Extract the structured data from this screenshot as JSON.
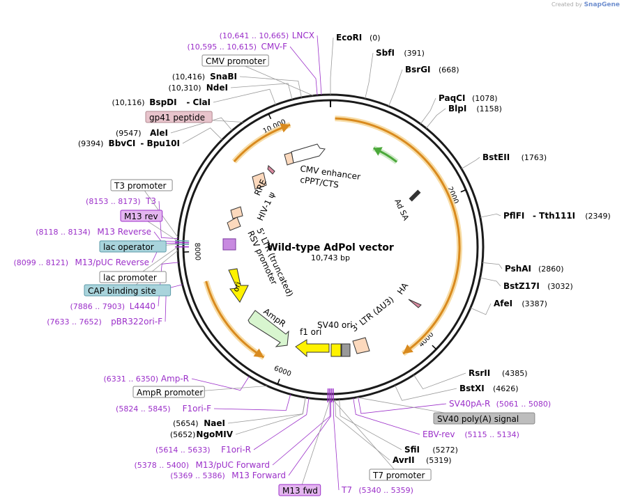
{
  "header": {
    "credit_prefix": "Created by",
    "credit_brand": "SnapGene"
  },
  "plasmid": {
    "name": "Wild-type AdPol vector",
    "length": "10,743 bp",
    "total_bp": 10743
  },
  "ticks": [
    "2000",
    "4000",
    "6000",
    "8000",
    "10,000"
  ],
  "sites": [
    {
      "id": "ecori",
      "pos": 0,
      "name": "EcoRI",
      "name2": "",
      "coord": "(0)",
      "side": "R",
      "color": "#000000",
      "bold": true
    },
    {
      "id": "sbfi",
      "pos": 391,
      "name": "SbfI",
      "name2": "",
      "coord": "(391)",
      "side": "R",
      "color": "#000000",
      "bold": true
    },
    {
      "id": "bsrgi",
      "pos": 668,
      "name": "BsrGI",
      "name2": "",
      "coord": "(668)",
      "side": "R",
      "color": "#000000",
      "bold": true
    },
    {
      "id": "paqci",
      "pos": 1078,
      "name": "PaqCI",
      "name2": "",
      "coord": "(1078)",
      "side": "R",
      "color": "#000000",
      "bold": true
    },
    {
      "id": "blpi",
      "pos": 1158,
      "name": "BlpI",
      "name2": "",
      "coord": "(1158)",
      "side": "R",
      "color": "#000000",
      "bold": true
    },
    {
      "id": "bsteii",
      "pos": 1763,
      "name": "BstEII",
      "name2": "",
      "coord": "(1763)",
      "side": "R",
      "color": "#000000",
      "bold": true
    },
    {
      "id": "pflfi",
      "pos": 2349,
      "name": "PflFI",
      "name2": "Tth111I",
      "coord": "(2349)",
      "side": "R",
      "color": "#000000",
      "bold": true
    },
    {
      "id": "pshai",
      "pos": 2860,
      "name": "PshAI",
      "name2": "",
      "coord": "(2860)",
      "side": "R",
      "color": "#000000",
      "bold": true
    },
    {
      "id": "bstz17i",
      "pos": 3032,
      "name": "BstZ17I",
      "name2": "",
      "coord": "(3032)",
      "side": "R",
      "color": "#000000",
      "bold": true
    },
    {
      "id": "afei",
      "pos": 3387,
      "name": "AfeI",
      "name2": "",
      "coord": "(3387)",
      "side": "R",
      "color": "#000000",
      "bold": true
    },
    {
      "id": "rsrii",
      "pos": 4385,
      "name": "RsrII",
      "name2": "",
      "coord": "(4385)",
      "side": "R",
      "color": "#000000",
      "bold": true
    },
    {
      "id": "bstxi",
      "pos": 4626,
      "name": "BstXI",
      "name2": "",
      "coord": "(4626)",
      "side": "R",
      "color": "#000000",
      "bold": true
    },
    {
      "id": "sv40pa",
      "pos": 5061,
      "name": "SV40pA-R",
      "name2": "",
      "coord": "(5061 .. 5080)",
      "side": "R",
      "color": "#9b2fc9",
      "bold": false
    },
    {
      "id": "ebvrev",
      "pos": 5115,
      "name": "EBV-rev",
      "name2": "",
      "coord": "(5115 .. 5134)",
      "side": "R",
      "color": "#9b2fc9",
      "bold": false
    },
    {
      "id": "sfii",
      "pos": 5272,
      "name": "SfiI",
      "name2": "",
      "coord": "(5272)",
      "side": "R",
      "color": "#000000",
      "bold": true
    },
    {
      "id": "avrii",
      "pos": 5319,
      "name": "AvrII",
      "name2": "",
      "coord": "(5319)",
      "side": "R",
      "color": "#000000",
      "bold": true
    },
    {
      "id": "t7",
      "pos": 5340,
      "name": "T7",
      "name2": "",
      "coord": "(5340 .. 5359)",
      "side": "R",
      "color": "#9b2fc9",
      "bold": false
    },
    {
      "id": "m13f",
      "pos": 5369,
      "name": "M13 Forward",
      "name2": "",
      "coord": "(5369 .. 5386)",
      "side": "L",
      "color": "#9b2fc9",
      "bold": false
    },
    {
      "id": "m13puc",
      "pos": 5378,
      "name": "M13/pUC Forward",
      "name2": "",
      "coord": "(5378 .. 5400)",
      "side": "L",
      "color": "#9b2fc9",
      "bold": false
    },
    {
      "id": "f1orir",
      "pos": 5614,
      "name": "F1ori-R",
      "name2": "",
      "coord": "(5614 .. 5633)",
      "side": "L",
      "color": "#9b2fc9",
      "bold": false
    },
    {
      "id": "ngomiv",
      "pos": 5652,
      "name": "NgoMIV",
      "name2": "",
      "coord": "(5652)",
      "side": "L",
      "color": "#000000",
      "bold": true
    },
    {
      "id": "naei",
      "pos": 5654,
      "name": "NaeI",
      "name2": "",
      "coord": "(5654)",
      "side": "L",
      "color": "#000000",
      "bold": true
    },
    {
      "id": "f1orif",
      "pos": 5824,
      "name": "F1ori-F",
      "name2": "",
      "coord": "(5824 .. 5845)",
      "side": "L",
      "color": "#9b2fc9",
      "bold": false
    },
    {
      "id": "ampr",
      "pos": 6331,
      "name": "Amp-R",
      "name2": "",
      "coord": "(6331 .. 6350)",
      "side": "L",
      "color": "#9b2fc9",
      "bold": false
    },
    {
      "id": "pbr",
      "pos": 7633,
      "name": "pBR322ori-F",
      "name2": "",
      "coord": "(7633 .. 7652)",
      "side": "L",
      "color": "#9b2fc9",
      "bold": false
    },
    {
      "id": "l4440",
      "pos": 7886,
      "name": "L4440",
      "name2": "",
      "coord": "(7886 .. 7903)",
      "side": "L",
      "color": "#9b2fc9",
      "bold": false
    },
    {
      "id": "m13puc_r",
      "pos": 8099,
      "name": "M13/pUC Reverse",
      "name2": "",
      "coord": "(8099 .. 8121)",
      "side": "L",
      "color": "#9b2fc9",
      "bold": false
    },
    {
      "id": "m13rev_p",
      "pos": 8118,
      "name": "M13 Reverse",
      "name2": "",
      "coord": "(8118 .. 8134)",
      "side": "L",
      "color": "#9b2fc9",
      "bold": false
    },
    {
      "id": "t3",
      "pos": 8153,
      "name": "T3",
      "name2": "",
      "coord": "(8153 .. 8173)",
      "side": "L",
      "color": "#9b2fc9",
      "bold": false
    },
    {
      "id": "bbvci",
      "pos": 9394,
      "name": "BbvCI",
      "name2": "Bpu10I",
      "coord": "(9394)",
      "side": "L",
      "color": "#000000",
      "bold": true
    },
    {
      "id": "alei",
      "pos": 9547,
      "name": "AleI",
      "name2": "",
      "coord": "(9547)",
      "side": "L",
      "color": "#000000",
      "bold": true
    },
    {
      "id": "bspdi",
      "pos": 10116,
      "name": "BspDI",
      "name2": "ClaI",
      "coord": "(10,116)",
      "side": "L",
      "color": "#000000",
      "bold": true
    },
    {
      "id": "ndei",
      "pos": 10310,
      "name": "NdeI",
      "name2": "",
      "coord": "(10,310)",
      "side": "L",
      "color": "#000000",
      "bold": true
    },
    {
      "id": "snabi",
      "pos": 10416,
      "name": "SnaBI",
      "name2": "",
      "coord": "(10,416)",
      "side": "L",
      "color": "#000000",
      "bold": true
    },
    {
      "id": "cmvf",
      "pos": 10595,
      "name": "CMV-F",
      "name2": "",
      "coord": "(10,595 .. 10,615)",
      "side": "L",
      "color": "#9b2fc9",
      "bold": false
    },
    {
      "id": "lncx",
      "pos": 10641,
      "name": "LNCX",
      "name2": "",
      "coord": "(10,641 .. 10,665)",
      "side": "L",
      "color": "#9b2fc9",
      "bold": false
    }
  ],
  "boxed_labels": [
    {
      "id": "cmv_promoter",
      "text": "CMV promoter",
      "pos": 10550,
      "fill": "#ffffff",
      "stroke": "#888888"
    },
    {
      "id": "gp41",
      "text": "gp41 peptide",
      "pos": 9700,
      "fill": "#e8c4cc",
      "stroke": "#b08890"
    },
    {
      "id": "t3_promoter",
      "text": "T3 promoter",
      "pos": 8165,
      "fill": "#ffffff",
      "stroke": "#888888"
    },
    {
      "id": "m13rev",
      "text": "M13 rev",
      "pos": 8125,
      "fill": "#e4b6f0",
      "stroke": "#9b2fc9"
    },
    {
      "id": "lac_operator",
      "text": "lac operator",
      "pos": 8090,
      "fill": "#a9d4dc",
      "stroke": "#5c9aa8"
    },
    {
      "id": "lac_promoter",
      "text": "lac promoter",
      "pos": 8060,
      "fill": "#ffffff",
      "stroke": "#888888"
    },
    {
      "id": "cap_site",
      "text": "CAP binding site",
      "pos": 8020,
      "fill": "#a9d4dc",
      "stroke": "#5c9aa8"
    },
    {
      "id": "ampr_promoter",
      "text": "AmpR promoter",
      "pos": 6100,
      "fill": "#ffffff",
      "stroke": "#888888"
    },
    {
      "id": "m13fwd",
      "text": "M13 fwd",
      "pos": 5375,
      "fill": "#e4b6f0",
      "stroke": "#9b2fc9"
    },
    {
      "id": "t7_promoter",
      "text": "T7 promoter",
      "pos": 5345,
      "fill": "#ffffff",
      "stroke": "#888888"
    },
    {
      "id": "sv40_polya",
      "text": "SV40 poly(A) signal",
      "pos": 5080,
      "fill": "#bdbdbd",
      "stroke": "#888888"
    }
  ],
  "features": {
    "cmv_enhancer": "CMV enhancer",
    "cppt": "cPPT/CTS",
    "ad_sa": "Ad SA",
    "rre": "RRE",
    "hiv": "HIV-1 ψ",
    "ltr5": "5' LTR (truncated)",
    "rsv": "RSV promoter",
    "ori": "ori",
    "ampr": "AmpR",
    "f1ori": "f1 ori",
    "sv40ori": "SV40 ori",
    "ltr3": "3' LTR (ΔU3)",
    "ha": "HA"
  },
  "colors": {
    "orange_arc": "#d98a1e",
    "orange_halo": "#f7dca6",
    "green_arc": "#4ba83a",
    "primer": "#9b2fc9",
    "ori_yellow": "#fff200",
    "ampr_green": "#d8f5cf",
    "ltr_peach": "#fcd9bd"
  }
}
